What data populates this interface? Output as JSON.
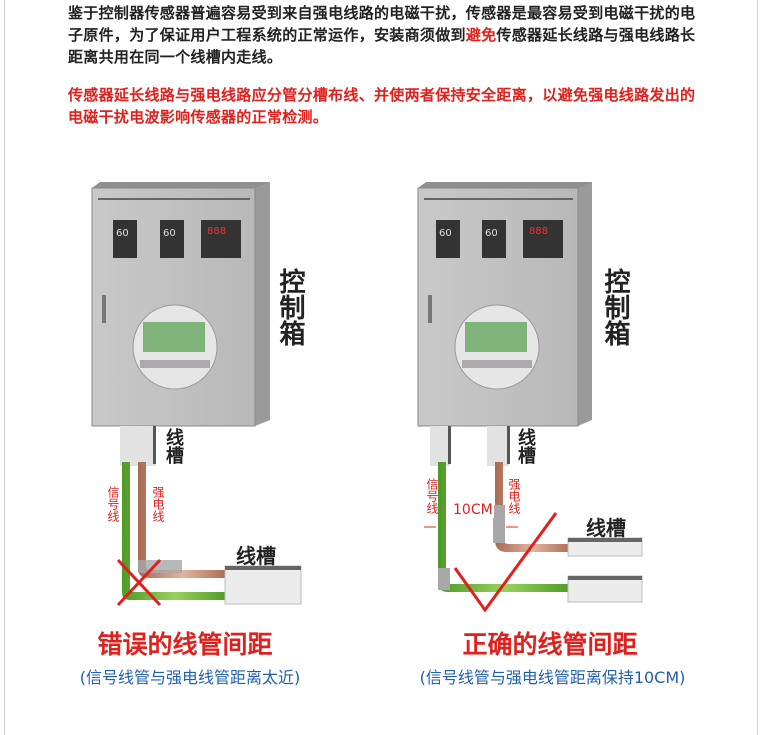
{
  "intro": {
    "paragraph1_part1": "鉴于控制器传感器普遍容易受到来自强电线路的电磁干扰，传感器是最容易受到电磁干扰的电子原件，为了保证用户工程系统的正常运作，安装商须做到",
    "paragraph1_highlight": "避免",
    "paragraph1_part2": "传感器延长线路与强电线路长距离共用在同一个线槽内走线。",
    "paragraph2": "传感器延长线路与强电线路应分管分槽布线、并使两者保持安全距离，以避免强电线路发出的电磁干扰电波影响传感器的正常检测。"
  },
  "labels": {
    "control_box": "控制箱",
    "trough": "线槽",
    "signal_line": "信号线",
    "power_line": "强电线",
    "distance": "10CM",
    "controller_display_1": "60",
    "controller_display_2": "60",
    "controller_display_3": "888"
  },
  "wrong": {
    "title": "错误的线管间距",
    "subtitle": "(信号线管与强电线管距离太近)"
  },
  "right": {
    "title": "正确的线管间距",
    "subtitle": "(信号线管与强电线管距离保持10CM)"
  },
  "colors": {
    "red": "#e0201c",
    "blue": "#1f5fb0",
    "signal_pipe": "#6cb43a",
    "power_pipe": "#c98d75"
  }
}
